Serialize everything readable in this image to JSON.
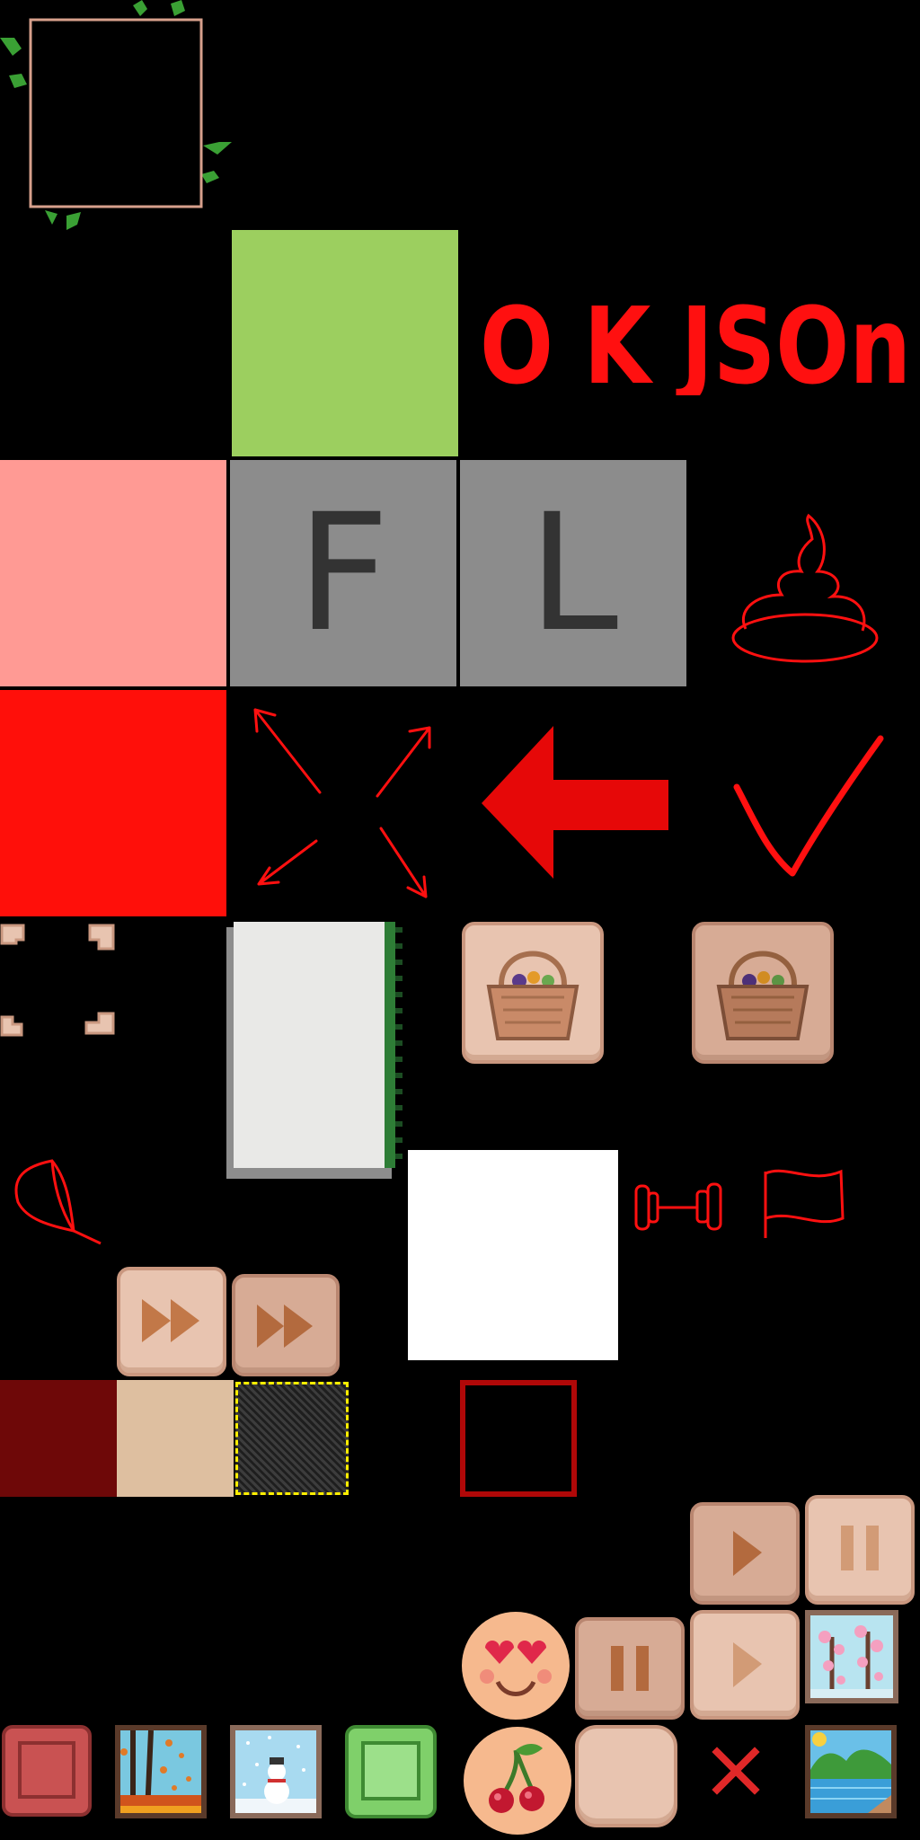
{
  "sheet": {
    "colors": {
      "green": "#9ccf5f",
      "pink": "#ff9a94",
      "red": "#ff0f0a",
      "gray": "#8c8c8c",
      "scribble": "#ff1010",
      "dark_red": "#6e0808",
      "tan": "#debfa0",
      "button_fill": "#e8c4b0",
      "button_border": "#c9977f",
      "accent_brown": "#c27848",
      "white": "#ffffff"
    },
    "texts": {
      "ok_json": "O K JSOn",
      "letter_f": "F",
      "letter_l": "L"
    },
    "icons": [
      "leaf-frame-icon",
      "green-tile",
      "ok-json-scribble",
      "pink-tile",
      "letter-f-tile",
      "letter-l-tile",
      "poop-icon",
      "red-tile",
      "expand-arrows-icon",
      "left-arrow-icon",
      "check-icon",
      "corner-brackets-icon",
      "notepad-panel",
      "basket-button",
      "basket-button-pressed",
      "leaf-outline-icon",
      "white-tile",
      "dumbbell-icon",
      "flag-icon",
      "fast-forward-button",
      "fast-forward-button-pressed",
      "dark-red-swatch",
      "tan-swatch",
      "selection-hatch",
      "red-outline-square",
      "play-button",
      "pause-button",
      "heart-eyes-face-icon",
      "pause-button-pressed",
      "play-button-alt",
      "cherry-blossom-picture",
      "red-square-button",
      "autumn-picture",
      "snowman-picture",
      "green-square-button",
      "cherry-cookie-icon",
      "blank-button",
      "close-x-icon",
      "lake-picture"
    ]
  }
}
